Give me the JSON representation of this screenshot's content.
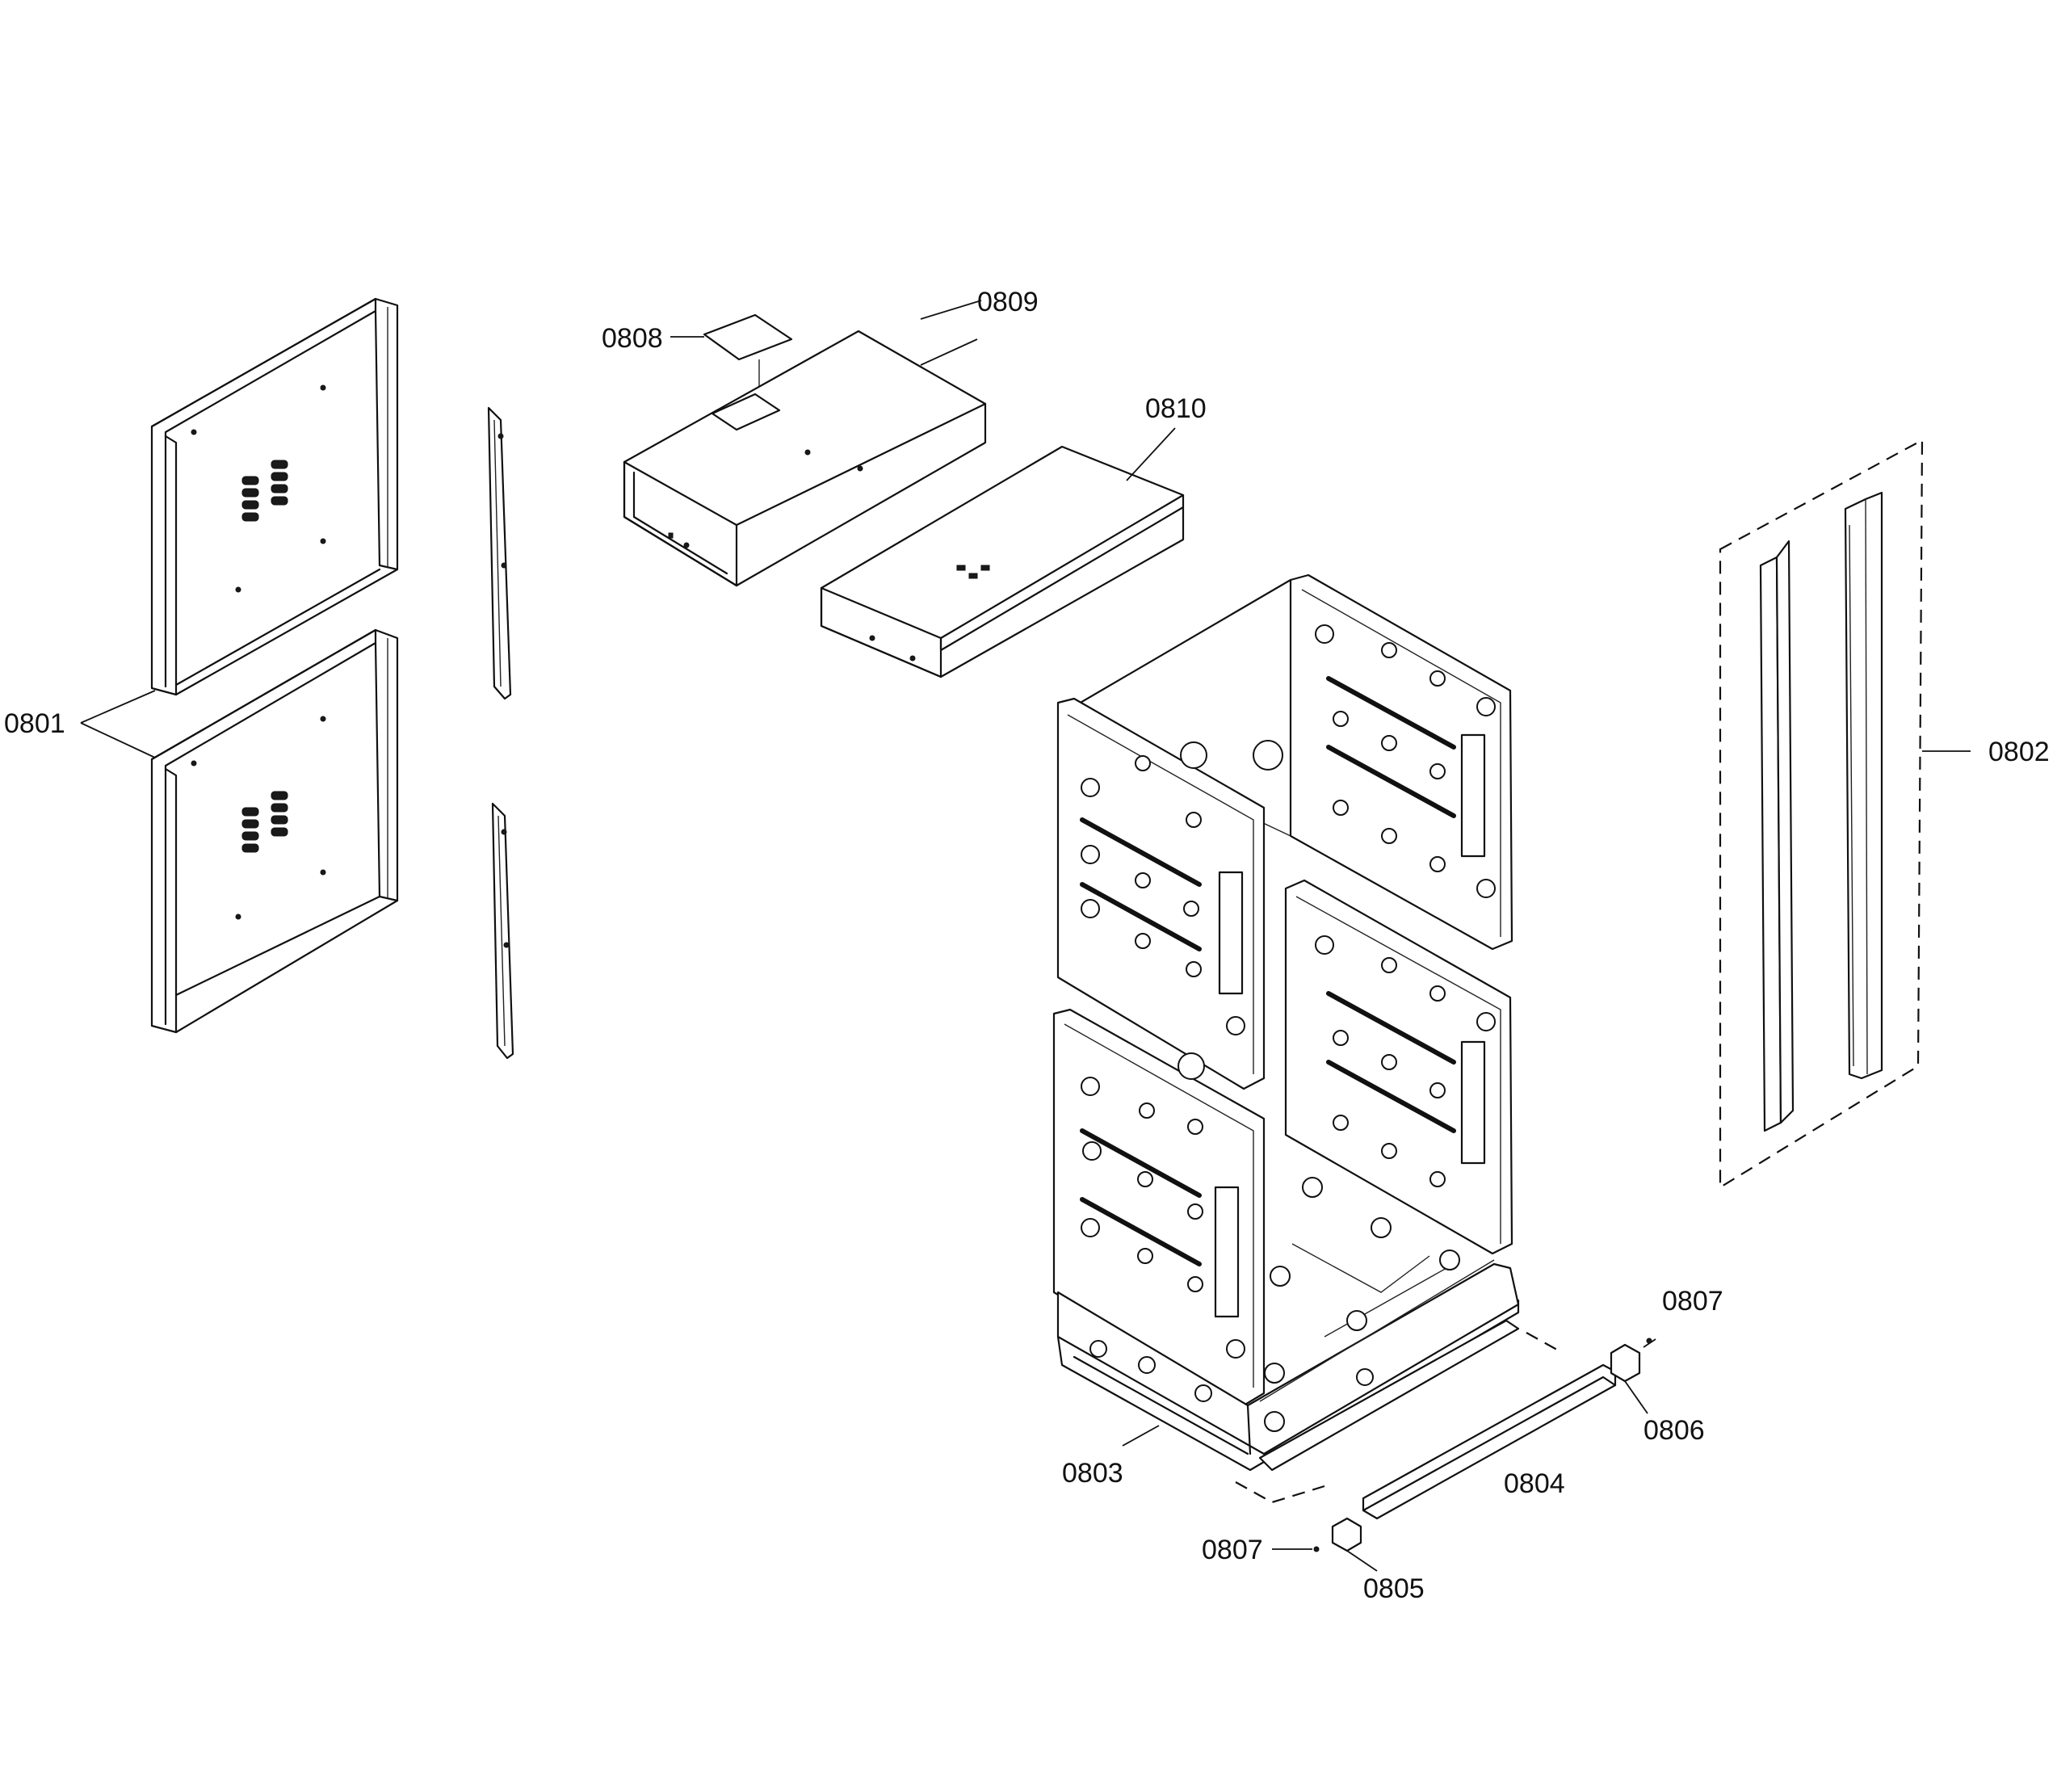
{
  "callouts": {
    "c0801": "0801",
    "c0802": "0802",
    "c0803": "0803",
    "c0804": "0804",
    "c0805": "0805",
    "c0806": "0806",
    "c0807a": "0807",
    "c0807b": "0807",
    "c0808": "0808",
    "c0809": "0809",
    "c0810": "0810"
  },
  "colors": {
    "line": "#111111",
    "background": "#ffffff"
  }
}
